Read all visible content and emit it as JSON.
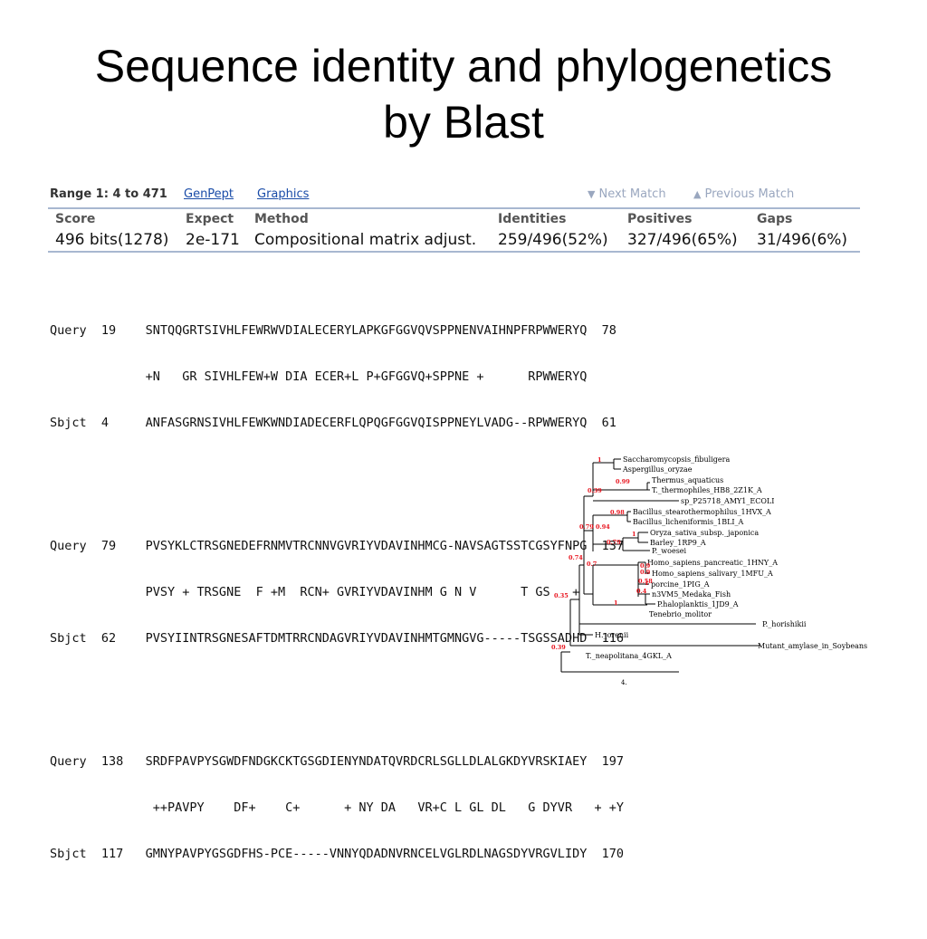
{
  "slide": {
    "title_line1": "Sequence identity and phylogenetics",
    "title_line2": "by Blast"
  },
  "range": {
    "label": "Range 1: 4 to 471",
    "genpept": "GenPept",
    "graphics": "Graphics",
    "next_match": "Next Match",
    "previous_match": "Previous Match"
  },
  "scores": {
    "headers": [
      "Score",
      "Expect",
      "Method",
      "Identities",
      "Positives",
      "Gaps"
    ],
    "values": [
      "496 bits(1278)",
      "2e-171",
      "Compositional matrix adjust.",
      "259/496(52%)",
      "327/496(65%)",
      "31/496(6%)"
    ]
  },
  "alignment": [
    {
      "query": "Query  19    SNTQQGRTSIVHLFEWRWVDIALECERYLAPKGFGGVQVSPPNENVAIHNPFRPWWERYQ  78",
      "match": "             +N   GR SIVHLFEW+W DIA ECER+L P+GFGGVQ+SPPNE +      RPWWERYQ",
      "sbjct": "Sbjct  4     ANFASGRNSIVHLFEWKWNDIADECERFLQPQGFGGVQISPPNEYLVADG--RPWWERYQ  61"
    },
    {
      "query": "Query  79    PVSYKLCTRSGNEDEFRNMVTRCNNVGVRIYVDAVINHMCG-NAVSAGTSSTCGSYFNPG  137",
      "match": "             PVSY + TRSGNE  F +M  RCN+ GVRIYVDAVINHM G N V      T GS   +",
      "sbjct": "Sbjct  62    PVSYIINTRSGNESAFTDMTRRCNDAGVRIYVDAVINHMTGMNGVG-----TSGSSADHD  116"
    },
    {
      "query": "Query  138   SRDFPAVPYSGWDFNDGKCKTGSGDIENYNDATQVRDCRLSGLLDLALGKDYVRSKIAEY  197",
      "match": "              ++PAVPY    DF+    C+      + NY DA   VR+C L GL DL   G DYVR   + +Y",
      "sbjct": "Sbjct  117   GMNYPAVPYGSGDFHS-PCE-----VNNYQDADNVRNCELVGLRDLNAGSDYVRGVLIDY  170"
    }
  ],
  "tree": {
    "taxa": [
      "Saccharomycopsis_fibuligera",
      "Aspergillus_oryzae",
      "Thermus_aquaticus",
      "T._thermophiles_HB8_2Z1K_A",
      "sp_P25718_AMY1_ECOLI",
      "Bacillus_stearothermophilus_1HVX_A",
      "Bacillus_licheniformis_1BLI_A",
      "Oryza_sativa_subsp._japonica",
      "Barley_1RP9_A",
      "P._woesei",
      "Homo_sapiens_pancreatic_1HNY_A",
      "Homo_sapiens_salivary_1MFU_A",
      "porcine_1PIG_A",
      "n3VM5_Medaka_Fish",
      "P.haloplanktis_1JD9_A",
      "Tenebrio_molitor",
      "P._horishikii",
      "H._orenii",
      "Mutant_amylase_in_Soybeans",
      "T._neapolitana_4GKL_A"
    ],
    "supports": [
      "1",
      "0.99",
      "0.39",
      "0.98",
      "1",
      "0.79",
      "0.94",
      "0.79",
      "1",
      "0.74",
      "0.7",
      "0.9",
      "0.58",
      "0.4",
      "0.9",
      "1",
      "0.35",
      "0.39"
    ],
    "scale_label": "4.",
    "support_color": "#e8141e"
  }
}
